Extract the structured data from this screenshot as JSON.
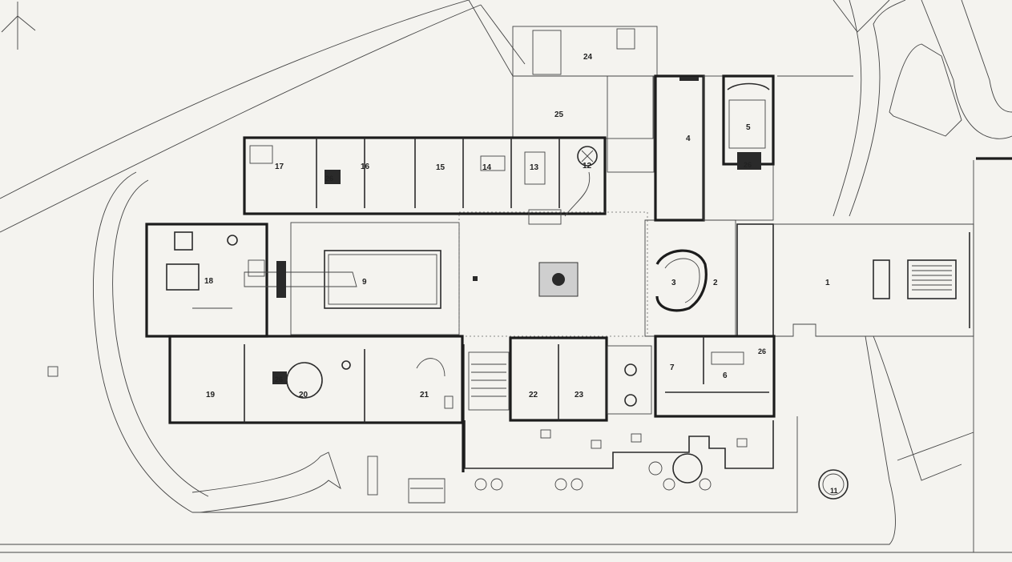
{
  "plan": {
    "room_labels": [
      "1",
      "2",
      "3",
      "4",
      "5",
      "6",
      "7",
      "9",
      "11",
      "12",
      "13",
      "14",
      "15",
      "16",
      "17",
      "18",
      "19",
      "20",
      "21",
      "22",
      "23",
      "24",
      "25",
      "26"
    ],
    "north_arrow": "north-arrow-icon",
    "colors": {
      "paper": "#f4f3ef",
      "ink": "#1c1c1c"
    }
  }
}
